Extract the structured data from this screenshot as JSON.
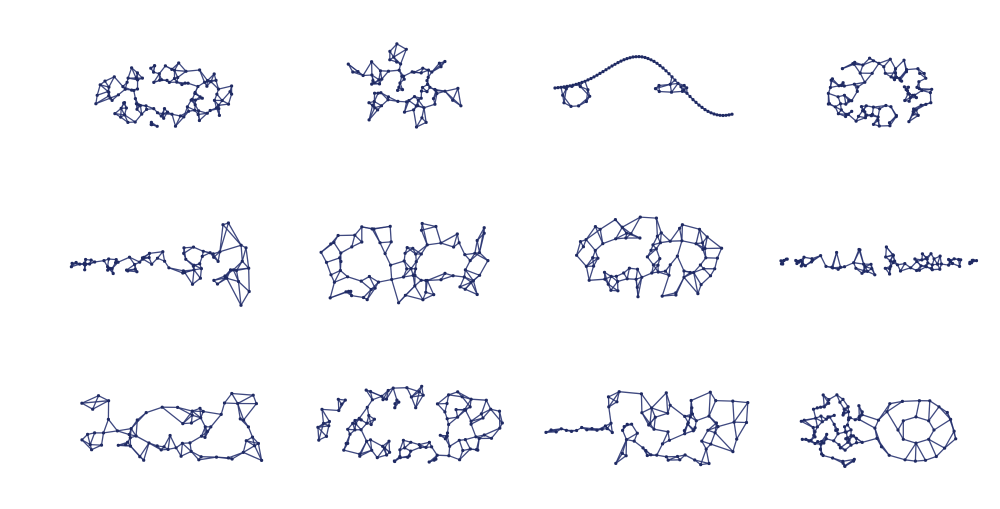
{
  "gallery": {
    "rows": 3,
    "columns": 4,
    "colors": {
      "edge": "#2a3572",
      "node": "#1f2a63",
      "background": "#ffffff"
    },
    "drawings": [
      {
        "id": "graph-r1c1",
        "shape": "dense-blob",
        "seed": 11,
        "nodes": 95,
        "extent_data_units": [
          0.6,
          0.4
        ]
      },
      {
        "id": "graph-r1c2",
        "shape": "star-loops",
        "seed": 23,
        "nodes": 80,
        "extent_data_units": [
          0.5,
          0.5
        ]
      },
      {
        "id": "graph-r1c3",
        "shape": "long-loop",
        "seed": 37,
        "nodes": 60,
        "extent_data_units": [
          0.75,
          0.4
        ]
      },
      {
        "id": "graph-r1c4",
        "shape": "dense-knot",
        "seed": 41,
        "nodes": 90,
        "extent_data_units": [
          0.45,
          0.45
        ]
      },
      {
        "id": "graph-r2c1",
        "shape": "spiky-wedge",
        "seed": 53,
        "nodes": 75,
        "extent_data_units": [
          0.75,
          0.5
        ]
      },
      {
        "id": "graph-r2c2",
        "shape": "cells-wide",
        "seed": 67,
        "nodes": 85,
        "extent_data_units": [
          0.75,
          0.55
        ]
      },
      {
        "id": "graph-r2c3",
        "shape": "cells-round",
        "seed": 71,
        "nodes": 80,
        "extent_data_units": [
          0.65,
          0.55
        ]
      },
      {
        "id": "graph-r2c4",
        "shape": "spiky-flat",
        "seed": 83,
        "nodes": 90,
        "extent_data_units": [
          0.85,
          0.35
        ]
      },
      {
        "id": "graph-r3c1",
        "shape": "lobed",
        "seed": 97,
        "nodes": 70,
        "extent_data_units": [
          0.85,
          0.55
        ]
      },
      {
        "id": "graph-r3c2",
        "shape": "dense-oval",
        "seed": 101,
        "nodes": 100,
        "extent_data_units": [
          0.8,
          0.5
        ]
      },
      {
        "id": "graph-r3c3",
        "shape": "tailed-cells",
        "seed": 113,
        "nodes": 85,
        "extent_data_units": [
          0.85,
          0.55
        ]
      },
      {
        "id": "graph-r3c4",
        "shape": "twin-fans",
        "seed": 127,
        "nodes": 110,
        "extent_data_units": [
          0.75,
          0.6
        ]
      }
    ]
  }
}
